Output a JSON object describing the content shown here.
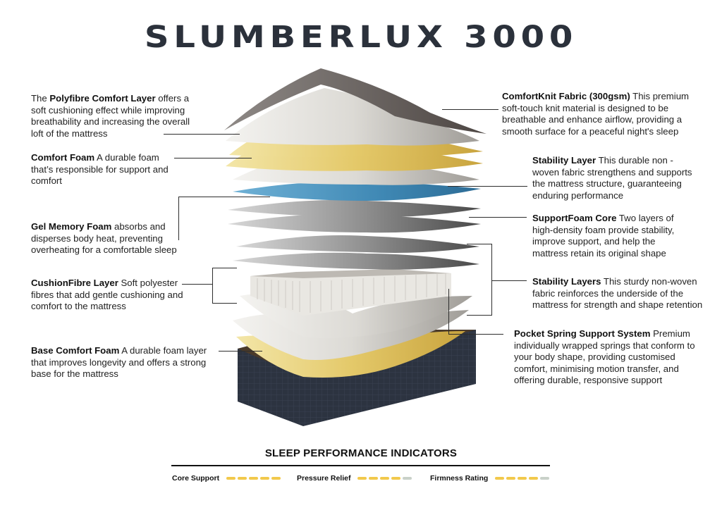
{
  "title": "SLUMBERLUX 3000",
  "colors": {
    "title": "#2b313b",
    "rating_on": "#f2c94c",
    "rating_off": "#c9d1c9",
    "mattress_base": "#2c3340",
    "foam_yellow": "#e8d27a",
    "gel_blue": "#3f88b4"
  },
  "left_callouts": [
    {
      "prefix": "The ",
      "name": "Polyfibre Comfort Layer",
      "text": " offers a soft cushioning effect while improving breathability and increasing the overall loft of the mattress"
    },
    {
      "prefix": "",
      "name": "Comfort Foam",
      "text": " A durable foam that’s responsible for support and comfort"
    },
    {
      "prefix": "",
      "name": "Gel Memory Foam",
      "text": " absorbs and disperses body heat, preventing overheating for a comfortable sleep"
    },
    {
      "prefix": "",
      "name": "CushionFibre Layer",
      "text": " Soft polyester fibres that add gentle cushioning and comfort to the mattress"
    },
    {
      "prefix": "",
      "name": "Base Comfort Foam",
      "text": "  A durable foam layer that improves longevity and offers a strong base for the mattress"
    }
  ],
  "right_callouts": [
    {
      "name": "ComfortKnit Fabric (300gsm)",
      "text": " This premium soft-touch knit material is designed to be breathable and enhance airflow, providing a smooth surface for a peaceful night's sleep"
    },
    {
      "name": "Stability Layer",
      "text": " This durable non - woven fabric strengthens and supports the mattress structure, guaranteeing enduring performance"
    },
    {
      "name": "SupportFoam Core",
      "text": " Two layers of high-density foam provide stability, improve support, and help the mattress retain its original shape"
    },
    {
      "name": "Stability Layers",
      "text": " This sturdy non-woven fabric reinforces the underside of the mattress for strength and shape retention"
    },
    {
      "name": "Pocket Spring Support System",
      "text": " Premium individually wrapped springs that conform to your body shape, providing customised comfort, minimising motion transfer, and offering durable, responsive support"
    }
  ],
  "performance": {
    "heading": "SLEEP PERFORMANCE INDICATORS",
    "indicators": [
      {
        "label": "Core Support",
        "rating": 5,
        "max": 5
      },
      {
        "label": "Pressure Relief",
        "rating": 4,
        "max": 5
      },
      {
        "label": "Firmness Rating",
        "rating": 4,
        "max": 5
      }
    ]
  }
}
